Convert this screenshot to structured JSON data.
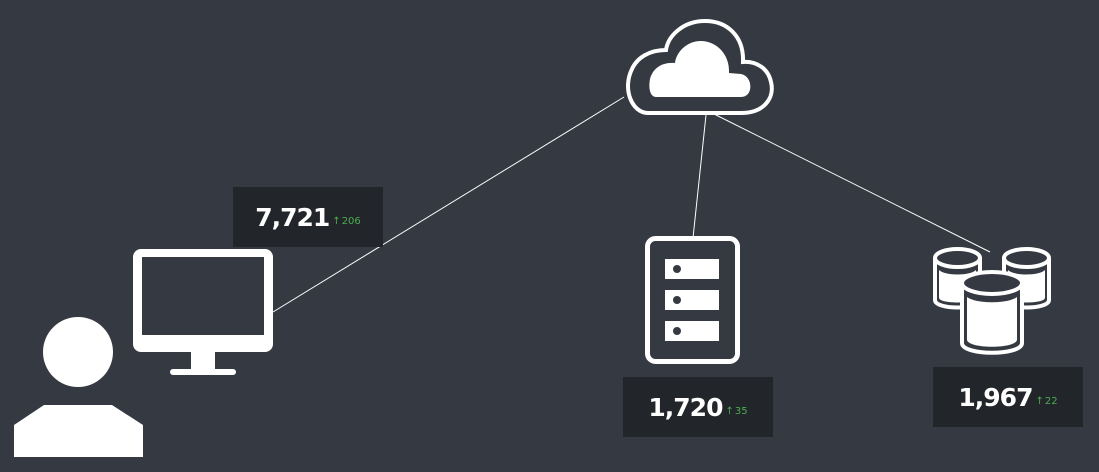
{
  "colors": {
    "background": "#353a42",
    "stat_box": "#222529",
    "icon": "#ffffff",
    "link": "#ffffff",
    "delta_up": "#4caf50"
  },
  "nodes": {
    "user": {
      "icon": "user-icon"
    },
    "monitor": {
      "icon": "monitor-icon"
    },
    "cloud": {
      "icon": "cloud-icon"
    },
    "server": {
      "icon": "server-icon"
    },
    "database": {
      "icon": "database-icon"
    }
  },
  "stats": {
    "monitor": {
      "value": "7,721",
      "delta": "206",
      "direction": "up"
    },
    "server": {
      "value": "1,720",
      "delta": "35",
      "direction": "up"
    },
    "database": {
      "value": "1,967",
      "delta": "22",
      "direction": "up"
    }
  }
}
